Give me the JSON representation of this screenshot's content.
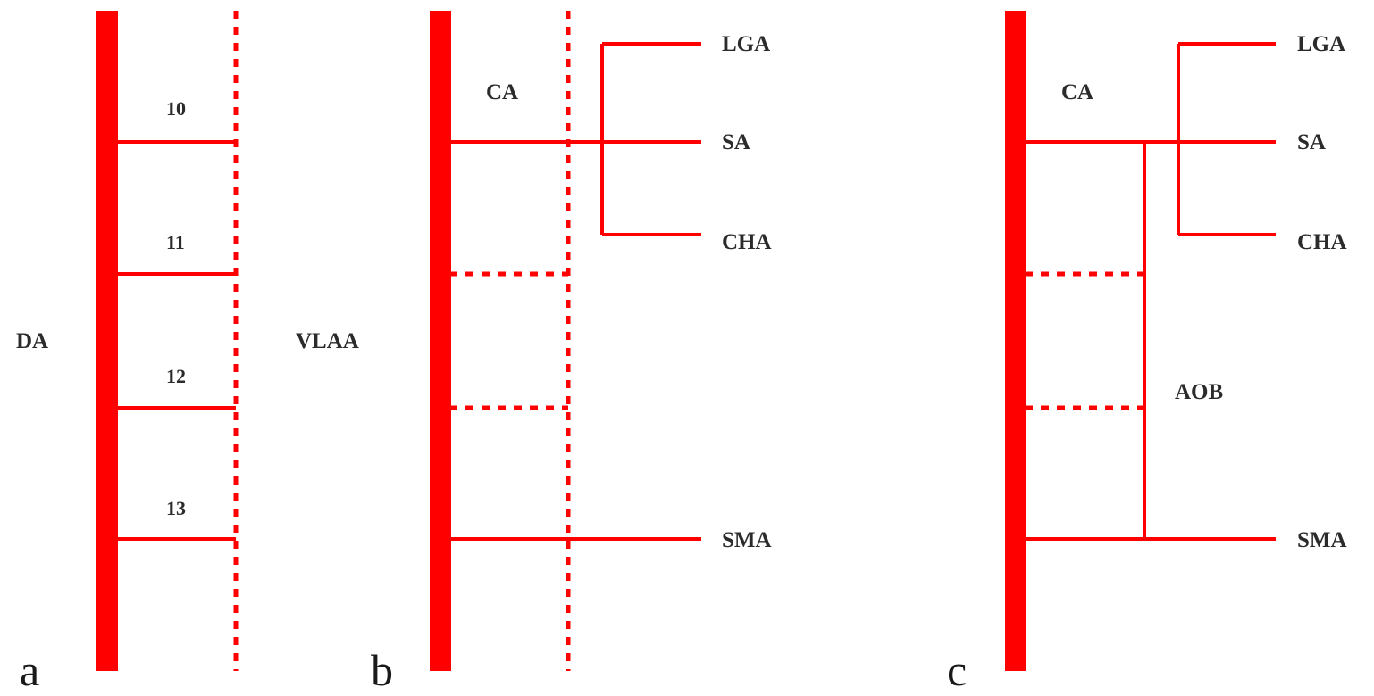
{
  "colors": {
    "vessel": "#ff0000",
    "label": "#2b2b2b",
    "background": "#ffffff"
  },
  "panel_a": {
    "letter": "a",
    "main_vessel_label": "DA",
    "branch_labels": [
      "10",
      "11",
      "12",
      "13"
    ]
  },
  "panel_b": {
    "letter": "b",
    "main_vessel_label": "VLAA",
    "trunk_label": "CA",
    "branch_labels": {
      "lga": "LGA",
      "sa": "SA",
      "cha": "CHA",
      "sma": "SMA"
    }
  },
  "panel_c": {
    "letter": "c",
    "trunk_label": "CA",
    "anastomosis_label": "AOB",
    "branch_labels": {
      "lga": "LGA",
      "sa": "SA",
      "cha": "CHA",
      "sma": "SMA"
    }
  }
}
